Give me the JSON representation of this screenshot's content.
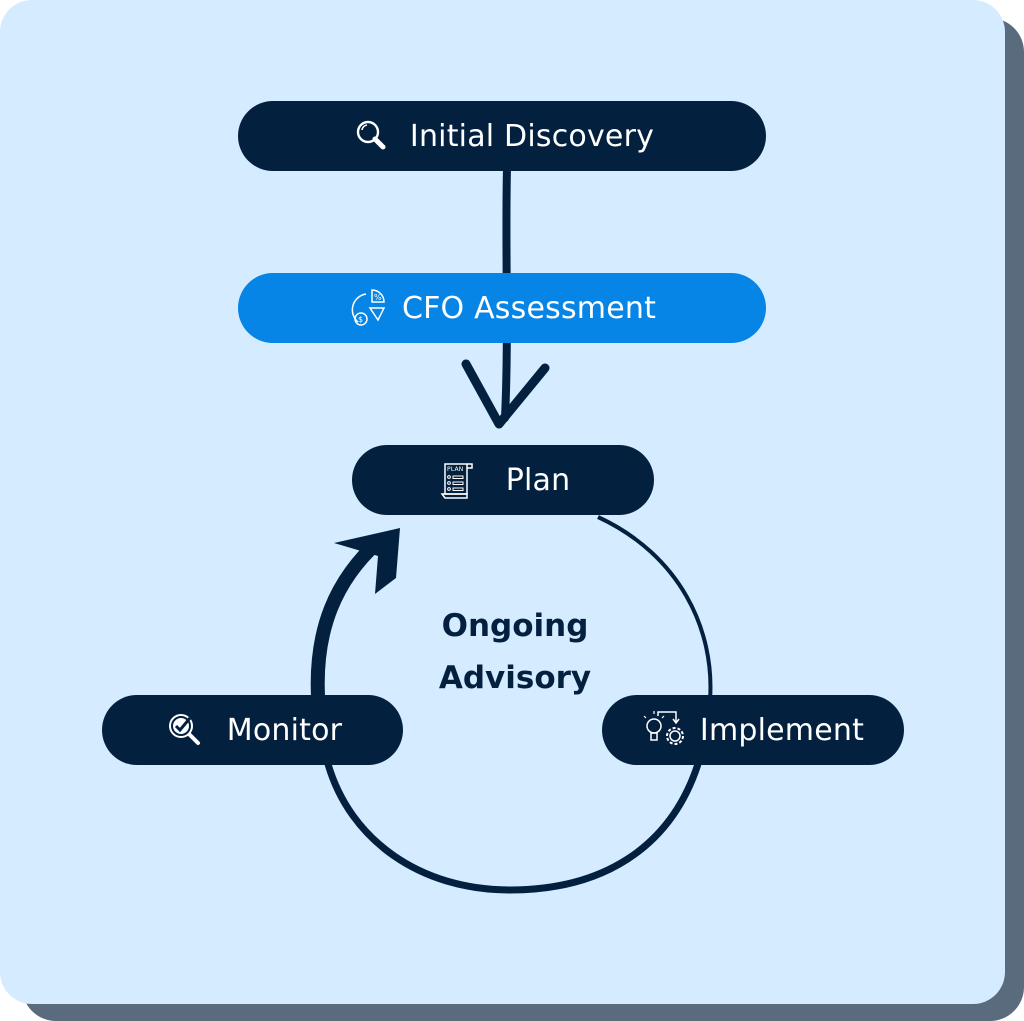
{
  "diagram": {
    "title": "CFO advisory process flow",
    "colors": {
      "background": "#d5ebff",
      "shadow": "#5a6b7e",
      "node_dark": "#03213f",
      "node_accent": "#0785e6",
      "text_light": "#ffffff"
    },
    "nodes": [
      {
        "id": "initial-discovery",
        "label": "Initial Discovery",
        "icon": "magnifying-glass-icon",
        "style": "dark"
      },
      {
        "id": "cfo-assessment",
        "label": "CFO Assessment",
        "icon": "pie-chart-money-icon",
        "style": "accent"
      },
      {
        "id": "plan",
        "label": "Plan",
        "icon": "plan-document-icon",
        "style": "dark"
      },
      {
        "id": "implement",
        "label": "Implement",
        "icon": "lightbulb-gear-icon",
        "style": "dark"
      },
      {
        "id": "monitor",
        "label": "Monitor",
        "icon": "check-magnifier-icon",
        "style": "dark"
      }
    ],
    "cycle_label": {
      "line1": "Ongoing",
      "line2": "Advisory"
    },
    "edges": [
      {
        "from": "initial-discovery",
        "to": "plan",
        "via": "cfo-assessment",
        "type": "arrow"
      },
      {
        "from": "plan",
        "to": "implement",
        "type": "line"
      },
      {
        "from": "implement",
        "to": "monitor",
        "type": "line"
      },
      {
        "from": "monitor",
        "to": "plan",
        "type": "arrow"
      }
    ]
  }
}
